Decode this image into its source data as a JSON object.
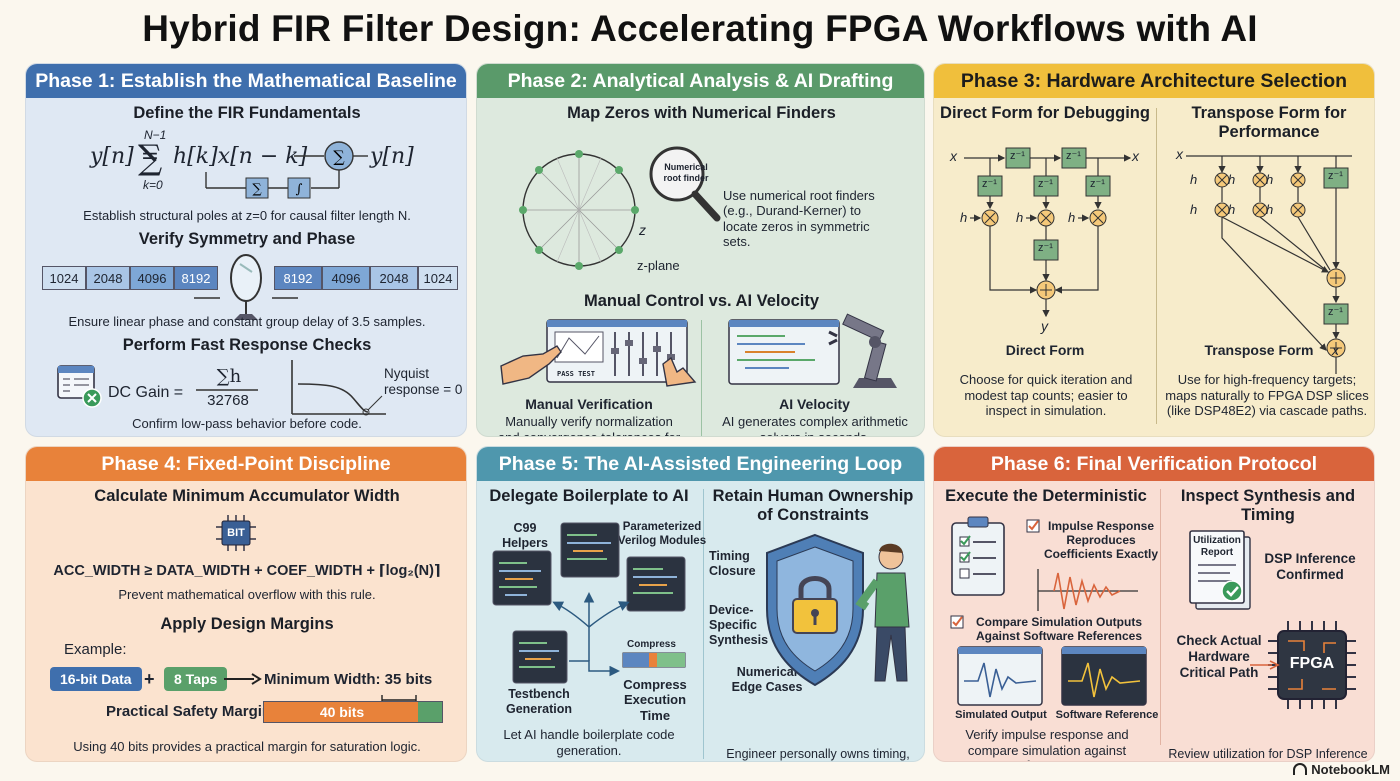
{
  "title": "Hybrid FIR Filter Design: Accelerating FPGA Workflows with AI",
  "colors": {
    "p1": "#3f6fad",
    "p2": "#5a9a6a",
    "p3": "#f0bf3c",
    "p4": "#e8823a",
    "p5": "#4f97ad",
    "p6": "#d9643c"
  },
  "p1": {
    "header": "Phase 1: Establish the Mathematical Baseline",
    "s1": "Define the FIR Fundamentals",
    "eq_lhs": "y[n] =",
    "eq_sum_top": "N−1",
    "eq_sum_bot": "k=0",
    "eq_body": "h[k]x[n − k]",
    "eq_out": "y[n]",
    "poles": "Establish structural poles at z=0 for causal filter length N.",
    "s2": "Verify Symmetry and Phase",
    "left_vals": [
      "1024",
      "2048",
      "4096",
      "8192"
    ],
    "right_vals": [
      "8192",
      "4096",
      "2048",
      "1024"
    ],
    "phase": "Ensure linear phase and constant group delay of 3.5 samples.",
    "s3": "Perform Fast Response Checks",
    "dc_label": "DC Gain =",
    "dc_num": "∑h",
    "dc_den": "32768",
    "nyq": "Nyquist response = 0",
    "confirm": "Confirm low-pass behavior before code."
  },
  "p2": {
    "header": "Phase 2: Analytical Analysis & AI Drafting",
    "s1": "Map Zeros with Numerical Finders",
    "lens": "Numerical root finder",
    "z": "z",
    "zplane": "z-plane",
    "desc": "Use numerical root finders (e.g., Durand-Kerner) to locate zeros in symmetric sets.",
    "s2": "Manual Control vs. AI Velocity",
    "man_title": "Manual Verification",
    "man_desc": "Manually verify normalization and convergence tolerances for integrity.",
    "ai_title": "AI Velocity",
    "ai_desc": "AI generates complex arithmetic solvers in seconds.",
    "screen_tag": "PASS TEST"
  },
  "p3": {
    "header": "Phase 3: Hardware Architecture Selection",
    "c1_title": "Direct Form for Debugging",
    "c2_title": "Transpose Form for Performance",
    "c1_label": "Direct Form",
    "c2_label": "Transpose Form",
    "c1_desc": "Choose for quick iteration and modest tap counts; easier to inspect in simulation.",
    "c2_desc": "Use for high-frequency targets; maps naturally to FPGA DSP slices (like DSP48E2) via cascade paths.",
    "x": "x",
    "y": "y",
    "h": "h",
    "z": "z⁻¹"
  },
  "p4": {
    "header": "Phase 4: Fixed-Point Discipline",
    "s1": "Calculate Minimum Accumulator Width",
    "chip": "BIT",
    "formula": "ACC_WIDTH ≥ DATA_WIDTH + COEF_WIDTH + ⌈log₂(N)⌉",
    "prevent": "Prevent mathematical overflow with this rule.",
    "s2": "Apply Design Margins",
    "example": "Example:",
    "data_pill": "16-bit Data",
    "plus": "+",
    "taps_pill": "8 Taps",
    "min_width": "Minimum Width: 35 bits",
    "margin_label": "Practical Safety Margin",
    "bar_label": "40 bits",
    "using": "Using 40 bits provides a practical margin for saturation logic."
  },
  "p5": {
    "header": "Phase 5: The AI-Assisted Engineering Loop",
    "c1_title": "Delegate Boilerplate to AI",
    "c2_title": "Retain Human Ownership of Constraints",
    "c99": "C99 Helpers",
    "verilog": "Parameterized Verilog Modules",
    "testbench": "Testbench Generation",
    "compress": "Compress",
    "compress_time": "Compress Execution Time",
    "c1_desc": "Let AI handle boilerplate code generation.",
    "timing": "Timing Closure",
    "device": "Device-Specific Synthesis",
    "numerical": "Numerical Edge Cases",
    "c2_desc": "Engineer personally owns timing, synthesis behavior, and numerical edge cases where AI might fail silently."
  },
  "p6": {
    "header": "Phase 6: Final Verification Protocol",
    "c1_title": "Execute the Deterministic",
    "c2_title": "Inspect Synthesis and Timing",
    "impulse": "Impulse Response Reproduces Coefficients Exactly",
    "compare": "Compare Simulation Outputs Against Software References",
    "sim_out": "Simulated Output",
    "sw_ref": "Software Reference",
    "c1_desc": "Verify impulse response and compare simulation against references.",
    "report": "Utilization Report",
    "dsp": "DSP Inference Confirmed",
    "check": "Check Actual Hardware Critical Path",
    "fpga": "FPGA",
    "c2_desc": "Review utilization for DSP Inference and check hardware critical path against design expectations."
  },
  "brand": "NotebookLM"
}
